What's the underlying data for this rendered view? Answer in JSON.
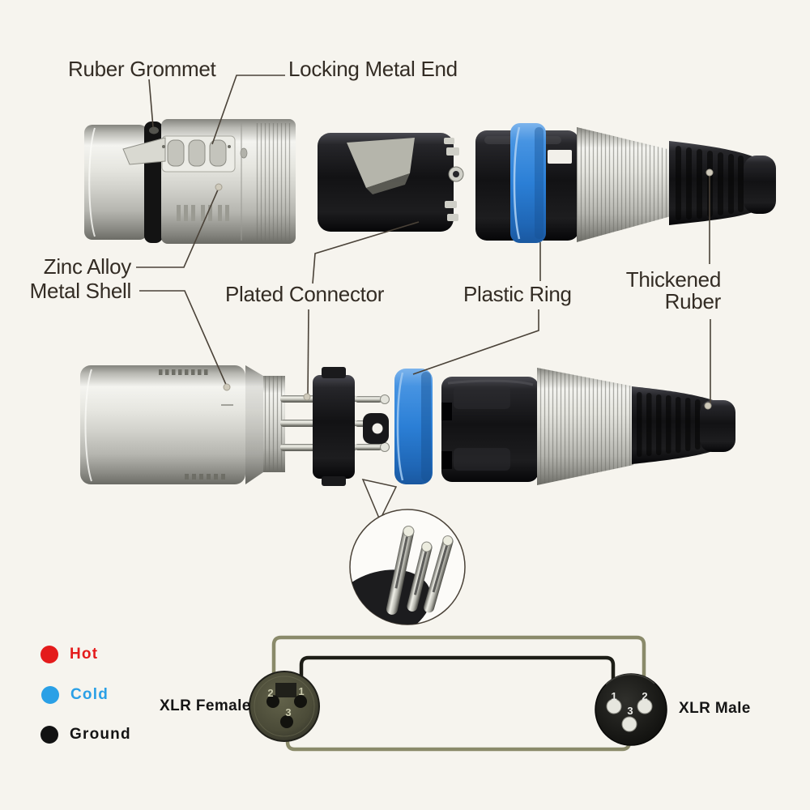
{
  "callouts": {
    "ruber_grommet": "Ruber Grommet",
    "locking_metal_end": "Locking Metal End",
    "zinc_alloy_1": "Zinc Alloy",
    "zinc_alloy_2": "Metal Shell",
    "plated_connector": "Plated Connector",
    "plastic_ring": "Plastic Ring",
    "thickened_1": "Thickened",
    "thickened_2": "Ruber"
  },
  "legend": {
    "items": [
      {
        "label": "Hot",
        "color": "#e41b1b"
      },
      {
        "label": "Cold",
        "color": "#2aa0e6"
      },
      {
        "label": "Ground",
        "color": "#141414"
      }
    ]
  },
  "wiring": {
    "female_label": "XLR Female",
    "male_label": "XLR Male",
    "female_pins": [
      "2",
      "1",
      "3"
    ],
    "male_pins": [
      "1",
      "2",
      "3"
    ],
    "wire_colors": {
      "top": "#8a8a6a",
      "middle": "#1d1d16",
      "bottom": "#8a8a6a"
    }
  },
  "colors": {
    "background": "#f6f4ee",
    "plastic_ring_blue": "#2b7fd6",
    "callout_text": "#332c24",
    "callout_line": "#4a4238"
  }
}
